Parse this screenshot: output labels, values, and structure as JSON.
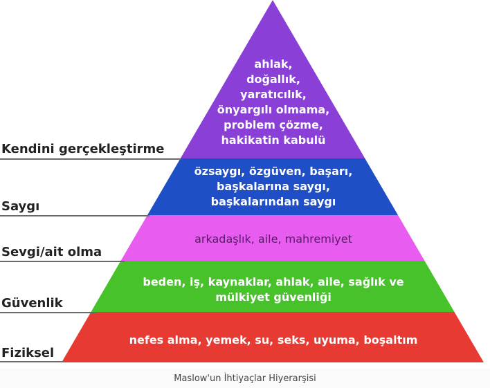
{
  "diagram": {
    "levels": [
      {
        "name": "Kendini gerçekleştirme",
        "lines": [
          "ahlak,",
          "doğallık,",
          "yaratıcılık,",
          "önyargılı olmama,",
          "problem çözme,",
          "hakikatin kabulü"
        ],
        "fill": "#8a3fd6",
        "text_color": "#ffffff"
      },
      {
        "name": "Saygı",
        "lines": [
          "özsaygı, özgüven, başarı,",
          "başkalarına saygı,",
          "başkalarından saygı"
        ],
        "fill": "#1f4fc6",
        "text_color": "#ffffff"
      },
      {
        "name": "Sevgi/ait olma",
        "lines": [
          "arkadaşlık, aile, mahremiyet"
        ],
        "fill": "#e85cf0",
        "text_color": "#5a1a6a"
      },
      {
        "name": "Güvenlik",
        "lines": [
          "beden, iş, kaynaklar, ahlak, aile, sağlık ve",
          "mülkiyet güvenliği"
        ],
        "fill": "#47c22a",
        "text_color": "#ffffff"
      },
      {
        "name": "Fiziksel",
        "lines": [
          "nefes alma, yemek, su, seks, uyuma, boşaltım"
        ],
        "fill": "#e63a32",
        "text_color": "#ffffff"
      }
    ],
    "caption": "Maslow'un İhtiyaçlar Hiyerarşisi"
  }
}
